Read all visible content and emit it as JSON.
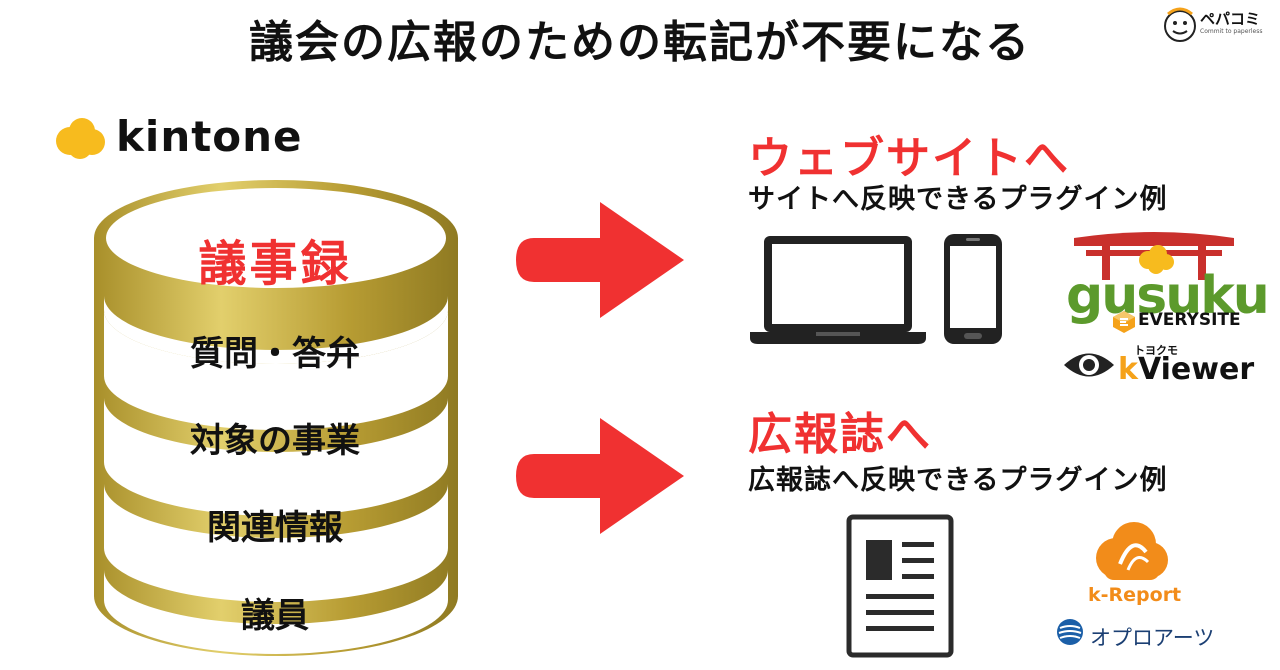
{
  "title": "議会の広報のための転記が不要になる",
  "brand": {
    "name": "ペパコミ",
    "tagline": "Commit to paperless"
  },
  "kintone": {
    "name": "kintone"
  },
  "database": {
    "top_label": "議事録",
    "layers": [
      "質問・答弁",
      "対象の事業",
      "関連情報",
      "議員"
    ]
  },
  "website": {
    "heading": "ウェブサイトへ",
    "subheading": "サイトへ反映できるプラグイン例",
    "plugins": {
      "gusuku": "gusuku",
      "everysite": "EVERYSITE",
      "kviewer_kana": "トヨクモ",
      "kviewer_k": "k",
      "kviewer_rest": "Viewer"
    }
  },
  "paper": {
    "heading": "広報誌へ",
    "subheading": "広報誌へ反映できるプラグイン例",
    "plugins": {
      "kreport": "k-Report",
      "opro": "オプロアーツ"
    }
  },
  "colors": {
    "accent_red": "#f03131",
    "gold": "#c3aa3d",
    "kintone_yellow": "#f7bb1e",
    "gusuku_green": "#5c9a2c",
    "gusuku_torii_red": "#c9302c",
    "kreport_orange": "#f28c1a"
  }
}
